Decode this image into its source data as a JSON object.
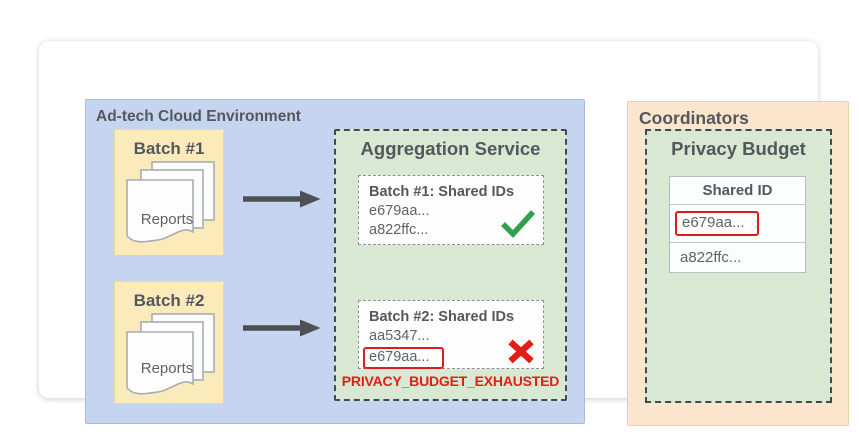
{
  "colors": {
    "adtech_region_fill": "#c5d5ef",
    "batch_fill": "#fcebba",
    "service_fill": "#d9e8d2",
    "coordinators_fill": "#fbe5cc",
    "success_green": "#31a24c",
    "error_red": "#e41d17",
    "highlight_frame_red": "#dc1d1d",
    "title_gray": "#54585e"
  },
  "icons": {
    "flow": "arrow-right-icon",
    "batch_docs": "document-stack-icon",
    "result_success": "check-icon",
    "result_failure": "x-icon"
  },
  "adtech": {
    "title": "Ad-tech Cloud Environment",
    "batch1": {
      "label": "Batch #1",
      "docs_label": "Reports"
    },
    "batch2": {
      "label": "Batch #2",
      "docs_label": "Reports"
    },
    "aggregation": {
      "title": "Aggregation Service",
      "result1": {
        "title": "Batch #1: Shared IDs",
        "id1": "e679aa...",
        "id2": "a822ffc...",
        "status_icon": "check-icon"
      },
      "result2": {
        "title": "Batch #2: Shared IDs",
        "id1": "aa5347...",
        "id2": "e679aa...",
        "status_icon": "x-icon"
      },
      "error_label": "PRIVACY_BUDGET_EXHAUSTED"
    }
  },
  "coordinators": {
    "title": "Coordinators",
    "privacy_budget": {
      "title": "Privacy Budget",
      "table": {
        "header": "Shared ID",
        "row1": "e679aa...",
        "row2": "a822ffc..."
      }
    }
  }
}
